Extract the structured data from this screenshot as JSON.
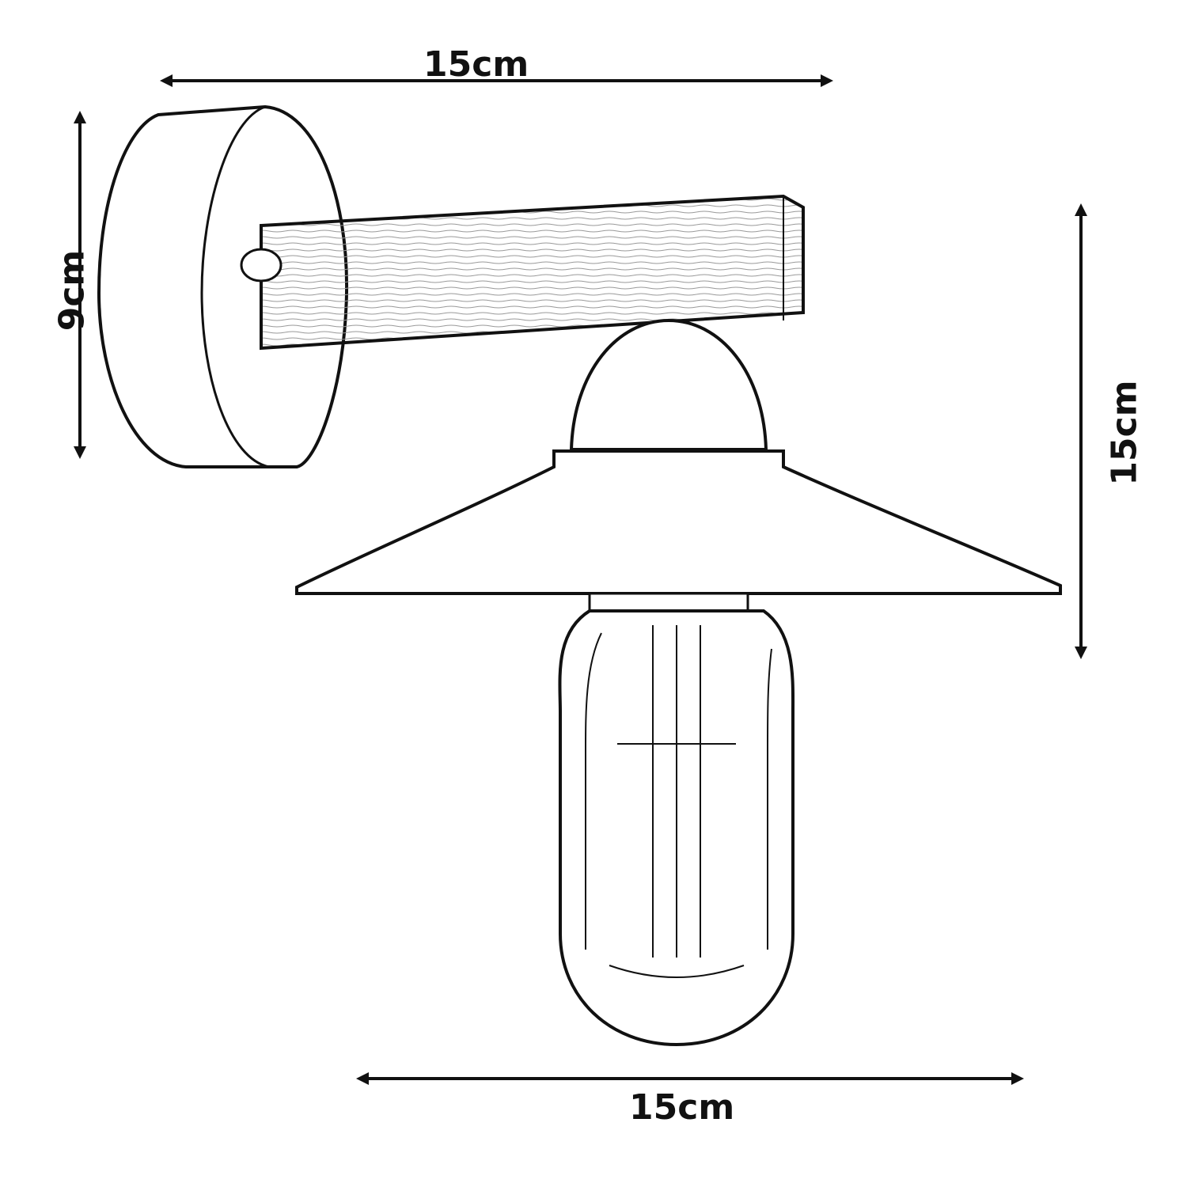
{
  "diagram": {
    "subject": "wall-sconce-lamp-line-drawing",
    "line_color": "#111111",
    "background": "#ffffff"
  },
  "dimensions": {
    "top_width": {
      "label": "15cm"
    },
    "left_height": {
      "label": "9cm"
    },
    "right_height": {
      "label": "15cm"
    },
    "bottom_width": {
      "label": "15cm"
    }
  }
}
